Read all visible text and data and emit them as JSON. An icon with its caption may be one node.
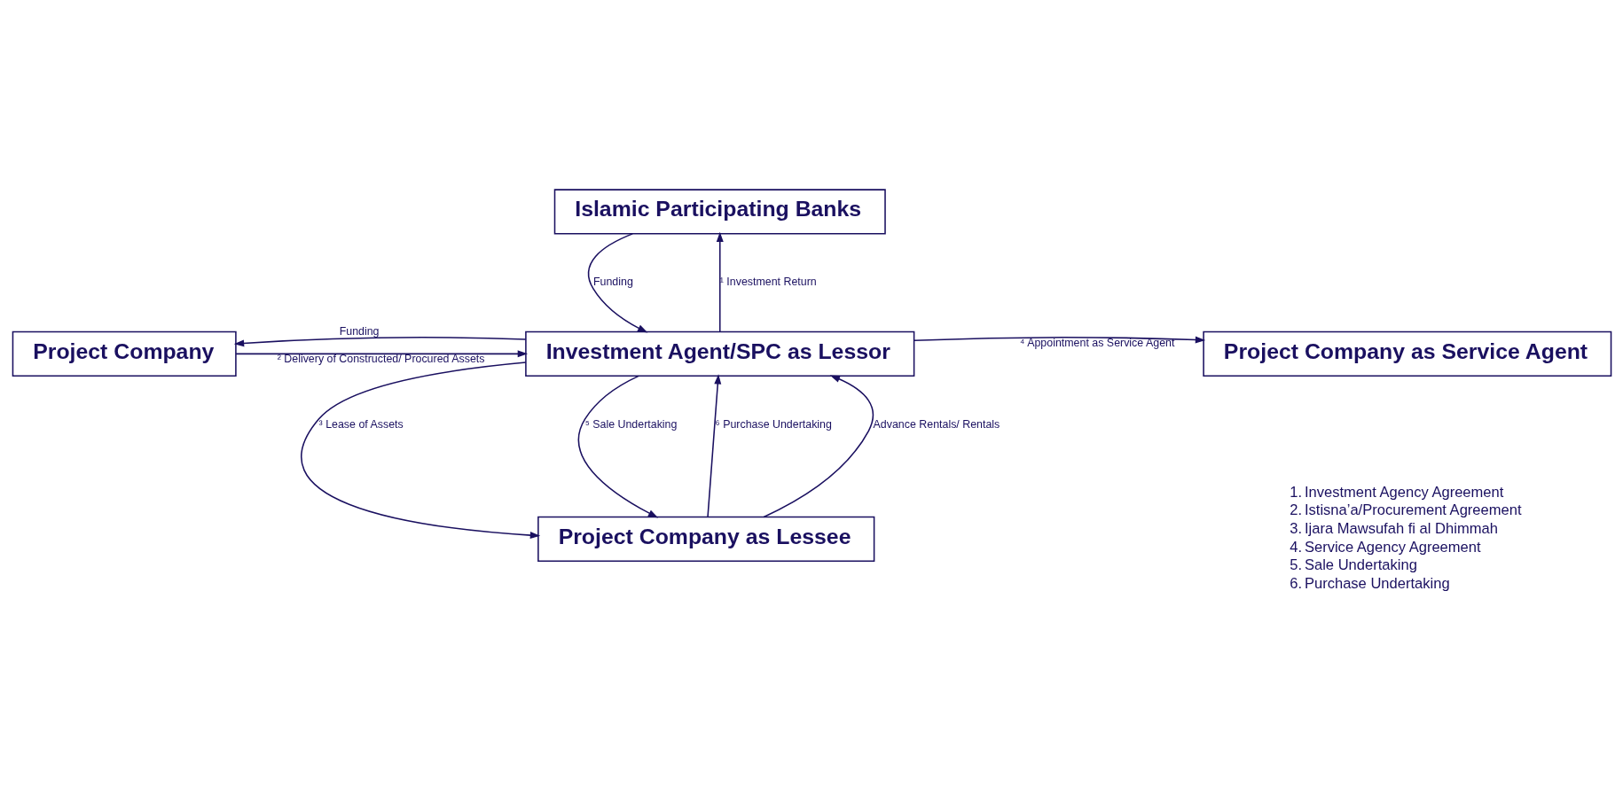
{
  "diagram": {
    "nodes": [
      {
        "text": [
          "Islamic Participating Banks"
        ]
      },
      {
        "text": [
          "Project Company"
        ]
      },
      {
        "text": [
          "Investment Agent/SPC as Lessor"
        ]
      },
      {
        "text": [
          "Project Company as Service Agent"
        ]
      },
      {
        "text": [
          "Project Company as Lessee"
        ]
      }
    ],
    "edges": [
      {
        "from": 0,
        "to": 2,
        "arrow": "to",
        "label": "Funding"
      },
      {
        "from": 2,
        "to": 0,
        "arrow": "to",
        "label": "¹ Investment Return"
      },
      {
        "from": 1,
        "to": 2,
        "arrow": "to",
        "label": "² Delivery of Constructed/ Procured Assets"
      },
      {
        "from": 2,
        "to": 1,
        "arrow": "to",
        "label": "Funding"
      },
      {
        "from": 2,
        "to": 3,
        "arrow": "to",
        "label": "⁴ Appointment as Service Agent"
      },
      {
        "from": 4,
        "to": 2,
        "arrow": "to",
        "label": "⁶ Purchase Undertaking"
      },
      {
        "from": 2,
        "to": 4,
        "arrow": "to",
        "label": "³ Lease of Assets"
      },
      {
        "from": 4,
        "to": 2,
        "arrow": "to",
        "label": "Advance Rentals/ Rentals"
      },
      {
        "from": 2,
        "to": 4,
        "arrow": "to",
        "label": "⁵ Sale Undertaking"
      }
    ],
    "labels": [
      "1.",
      "Investment Agency Agreement",
      "2.",
      "Istisna’a/Procurement Agreement",
      "3.",
      "Ijara Mawsufah fi al Dhimmah",
      "4.",
      "Service Agency Agreement",
      "5.",
      "Sale Undertaking",
      "6.",
      "Purchase Undertaking"
    ]
  }
}
